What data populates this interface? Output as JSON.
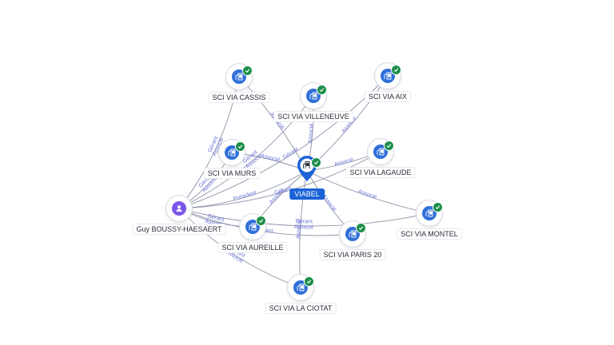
{
  "center": {
    "label": "VIABEL",
    "icon": "building-icon",
    "color": "#1b63d6"
  },
  "person": {
    "label": "Guy BOUSSY-HAESAERT",
    "icon": "user-icon",
    "color": "#7b57e6"
  },
  "companies": [
    {
      "id": "cassis",
      "label": "SCI VIA CASSIS"
    },
    {
      "id": "villeneuve",
      "label": "SCI VIA VILLENEUVE"
    },
    {
      "id": "aix",
      "label": "SCI VIA AIX"
    },
    {
      "id": "murs",
      "label": "SCI VIA MURS"
    },
    {
      "id": "lagaude",
      "label": "SCI VIA LAGAUDE"
    },
    {
      "id": "montel",
      "label": "SCI VIA MONTEL"
    },
    {
      "id": "aureille",
      "label": "SCI VIA AUREILLE"
    },
    {
      "id": "paris20",
      "label": "SCI VIA PARIS 20"
    },
    {
      "id": "laciotat",
      "label": "SCI VIA LA CIOTAT"
    }
  ],
  "edges": [
    {
      "from": "viabel",
      "to": "cassis",
      "label": "Associé"
    },
    {
      "from": "viabel",
      "to": "villeneuve",
      "label": "Associé"
    },
    {
      "from": "viabel",
      "to": "aix",
      "label": "Associé"
    },
    {
      "from": "viabel",
      "to": "murs",
      "label": "Associé"
    },
    {
      "from": "viabel",
      "to": "lagaude",
      "label": "Associé"
    },
    {
      "from": "viabel",
      "to": "montel",
      "label": "Associé"
    },
    {
      "from": "viabel",
      "to": "aureille",
      "label": "Associé"
    },
    {
      "from": "viabel",
      "to": "paris20",
      "label": "Associé"
    },
    {
      "from": "viabel",
      "to": "laciotat",
      "label": "Associé"
    },
    {
      "from": "guy",
      "to": "viabel",
      "label": "Président"
    },
    {
      "from": "guy",
      "to": "cassis",
      "label": "Gérant Associé"
    },
    {
      "from": "guy",
      "to": "villeneuve",
      "label": "Gérant Associé"
    },
    {
      "from": "guy",
      "to": "aix",
      "label": "Gérant"
    },
    {
      "from": "guy",
      "to": "murs",
      "label": "Gérant Associé"
    },
    {
      "from": "guy",
      "to": "lagaude",
      "label": "Gérant"
    },
    {
      "from": "guy",
      "to": "montel",
      "label": "Gérant Associé"
    },
    {
      "from": "guy",
      "to": "aureille",
      "label": "Gérant Associé"
    },
    {
      "from": "guy",
      "to": "paris20",
      "label": "Gérant"
    },
    {
      "from": "guy",
      "to": "laciotat",
      "label": "Gérant Associé"
    }
  ],
  "colors": {
    "edge": "#8e93a8",
    "edge_label": "#6b74d6",
    "company_node": "#2f6fd8",
    "verified_badge": "#1d8f4a"
  }
}
